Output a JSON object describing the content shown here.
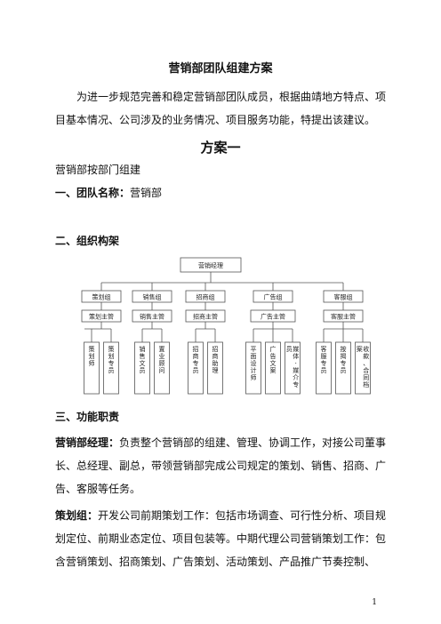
{
  "doc": {
    "title": "营销部团队组建方案",
    "intro": "为进一步规范完善和稳定营销部团队成员，根据曲靖地方特点、项目基本情况、公司涉及的业务情况、项目服务功能，特提出该建议。",
    "scheme": "方案一",
    "by_dept": "营销部按部门组建",
    "s1_label": "一、团队名称：",
    "s1_value": "营销部",
    "s2_heading": "二、组织构架",
    "s3_heading": "三、功能职责",
    "p1_label": "营销部经理：",
    "p1_text": "负责整个营销部的组建、管理、协调工作，对接公司董事长、总经理、副总，带领营销部完成公司规定的策划、销售、招商、广告、客服等任务。",
    "p2_label": "策划组：",
    "p2_text": "开发公司前期策划工作：包括市场调查、可行性分析、项目规划定位、前期业态定位、项目包装等。中期代理公司营销策划工作：包含营销策划、招商策划、广告策划、活动策划、产品推广节奏控制、",
    "page_number": "1"
  },
  "org": {
    "top": "营销经理",
    "groups": [
      {
        "name": "策划组",
        "lead": "策划主管",
        "staff": [
          "策划师",
          "策划专员"
        ]
      },
      {
        "name": "销售组",
        "lead": "销售主管",
        "staff": [
          "销售文员",
          "置业顾问"
        ]
      },
      {
        "name": "招商组",
        "lead": "招商主管",
        "staff": [
          "招商专员",
          "招商助理"
        ]
      },
      {
        "name": "广告组",
        "lead": "广告主管",
        "staff": [
          "平面设计师",
          "广告文案",
          "媒体·媒介专员"
        ]
      },
      {
        "name": "客服组",
        "lead": "客服主管",
        "staff": [
          "客服专员",
          "按揭专员",
          "收款、合同档案"
        ]
      }
    ]
  }
}
